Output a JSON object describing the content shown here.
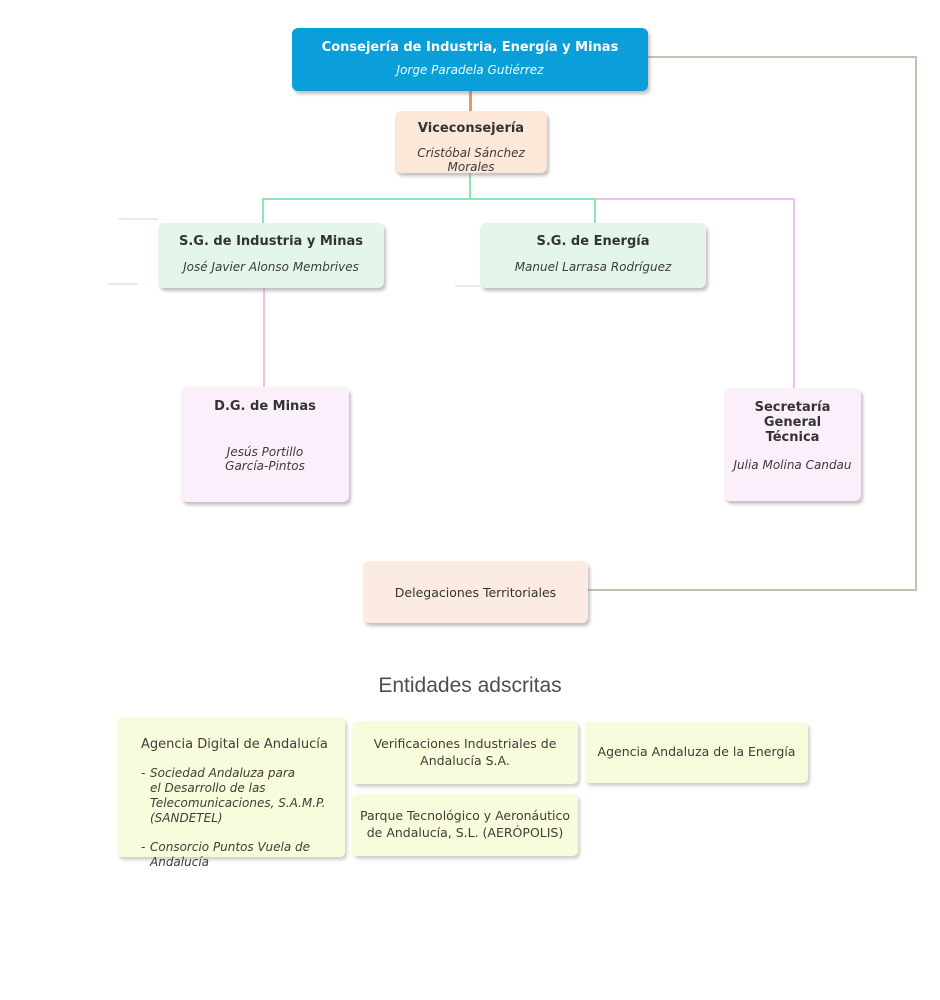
{
  "org": {
    "consejeria": {
      "title": "Consejería de Industria, Energía y Minas",
      "person": "Jorge Paradela Gutiérrez"
    },
    "viceconsejeria": {
      "title": "Viceconsejería",
      "person": "Cristóbal Sánchez Morales"
    },
    "sg_industria_minas": {
      "title": "S.G. de Industria y Minas",
      "person": "José Javier Alonso Membrives"
    },
    "sg_energia": {
      "title": "S.G. de Energía",
      "person": "Manuel Larrasa Rodríguez"
    },
    "dg_minas": {
      "title": "D.G. de Minas",
      "person": "Jesús Portillo\nGarcía-Pintos"
    },
    "secretaria_general_tecnica": {
      "title": "Secretaría\nGeneral\nTécnica",
      "person": "Julia Molina Candau"
    },
    "delegaciones_territoriales": {
      "title": "Delegaciones Territoriales"
    }
  },
  "entidades": {
    "heading": "Entidades adscritas",
    "bullet": "-",
    "agencia_digital": {
      "title": "Agencia Digital de Andalucía",
      "subitems": [
        "Sociedad Andaluza para\nel Desarrollo de las\nTelecomunicaciones, S.A.M.P.\n(SANDETEL)",
        "Consorcio Puntos Vuela de Andalucía"
      ]
    },
    "verificaciones": {
      "title": "Verificaciones Industriales de\nAndalucía S.A."
    },
    "agencia_energia": {
      "title": "Agencia Andaluza de la Energía"
    },
    "parque_tecnologico": {
      "title": "Parque Tecnológico y Aeronáutico\nde Andalucía, S.L. (AERÓPOLIS)"
    }
  },
  "colors": {
    "consejeria_bg": "#0a9fd9",
    "viceconsejeria_bg": "#fce7d9",
    "sg_bg": "#e4f5ea",
    "dg_bg": "#fbeffb",
    "delegaciones_bg": "#fcebe2",
    "entidad_bg": "#f9fbdd",
    "line_orange": "#f0926a",
    "line_green": "#8fe5ae",
    "line_pink": "#f4bcf0",
    "line_tan": "#ccbdb1"
  }
}
